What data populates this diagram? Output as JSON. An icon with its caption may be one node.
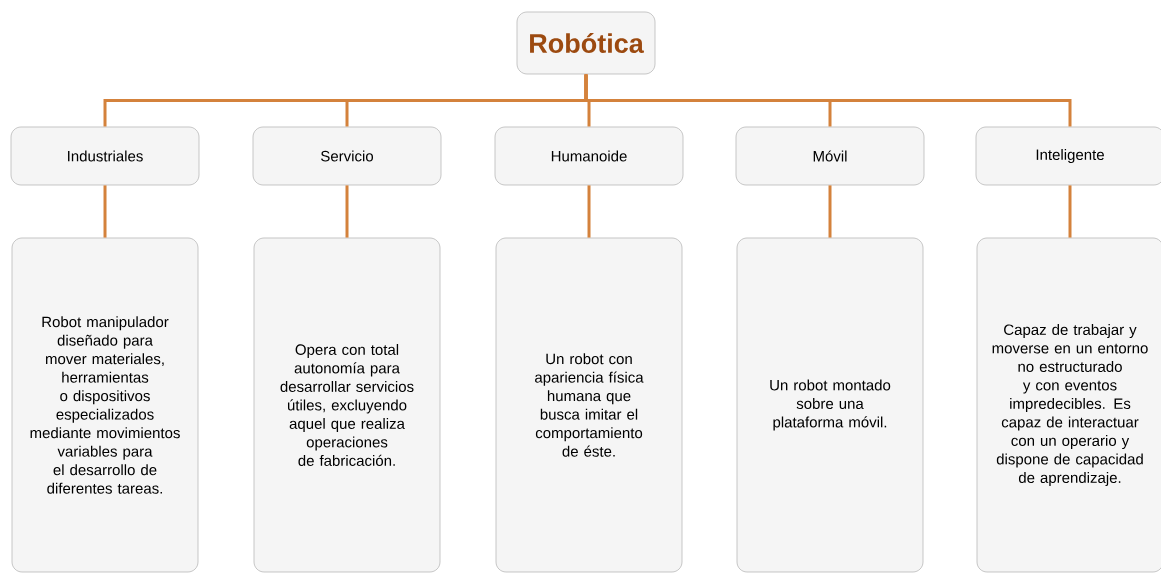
{
  "diagram": {
    "nodes": [
      {
        "text": [
          "Robótica"
        ]
      },
      {
        "text": [
          "Industriales"
        ]
      },
      {
        "text": [
          "Servicio"
        ]
      },
      {
        "text": [
          "Humanoide"
        ]
      },
      {
        "text": [
          "Móvil"
        ]
      },
      {
        "text": [
          "Inteligente"
        ]
      },
      {
        "text": [
          "Robot manipulador diseñado para mover materiales, herramientas o dispositivos especializados mediante movimientos variables para el desarrollo de diferentes tareas."
        ]
      },
      {
        "text": [
          "Opera con total autonomía para desarrollar servicios útiles, excluyendo aquel que realiza operaciones de fabricación."
        ]
      },
      {
        "text": [
          "Un robot con apariencia física humana que busca imitar el comportamiento de éste."
        ]
      },
      {
        "text": [
          "Un robot montado sobre una plataforma móvil."
        ]
      },
      {
        "text": [
          "Capaz de trabajar y moverse en un entorno no estructurado y con eventos impredecibles. Es capaz de interactuar con un operario y dispone de capacidad de aprendizaje."
        ]
      }
    ],
    "edges": [
      {
        "from": 0,
        "to": 1,
        "arrow": "none"
      },
      {
        "from": 0,
        "to": 2,
        "arrow": "none"
      },
      {
        "from": 0,
        "to": 3,
        "arrow": "none"
      },
      {
        "from": 0,
        "to": 4,
        "arrow": "none"
      },
      {
        "from": 0,
        "to": 5,
        "arrow": "none"
      },
      {
        "from": 1,
        "to": 6,
        "arrow": "none"
      },
      {
        "from": 2,
        "to": 7,
        "arrow": "none"
      },
      {
        "from": 3,
        "to": 8,
        "arrow": "none"
      },
      {
        "from": 4,
        "to": 9,
        "arrow": "none"
      },
      {
        "from": 5,
        "to": 10,
        "arrow": "none"
      }
    ]
  }
}
